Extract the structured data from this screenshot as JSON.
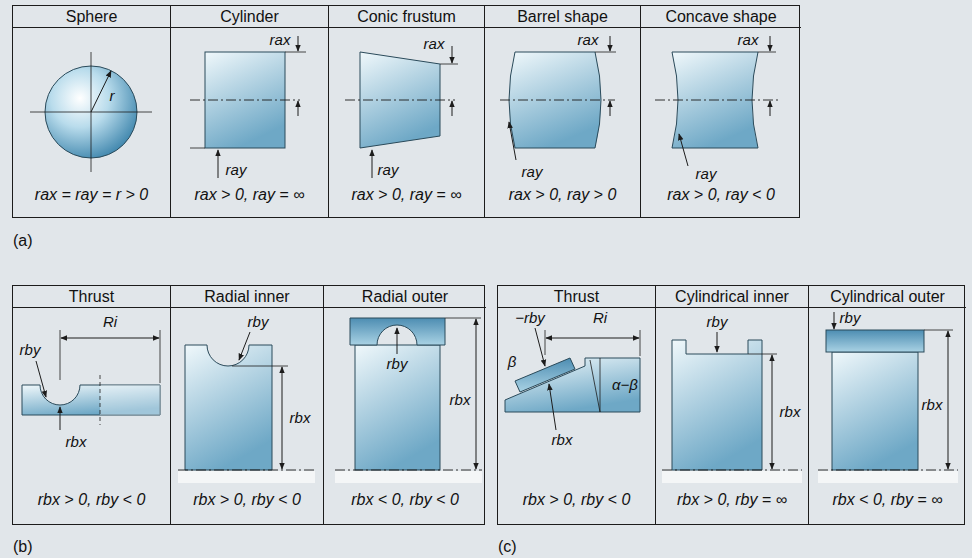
{
  "diagram": {
    "nodes": [
      {
        "text": [
          "(a)"
        ]
      },
      {
        "text": [
          "Sphere",
          "rax = ray = r > 0"
        ],
        "in": 0
      },
      {
        "text": [
          "Cylinder",
          "rax > 0, ray = ∞"
        ],
        "in": 0
      },
      {
        "text": [
          "Conic frustum",
          "rax > 0, ray = ∞"
        ],
        "in": 0
      },
      {
        "text": [
          "Barrel shape",
          "rax > 0, ray > 0"
        ],
        "in": 0
      },
      {
        "text": [
          "Concave shape",
          "rax > 0, ray < 0"
        ],
        "in": 0
      },
      {
        "text": [
          "(b)"
        ]
      },
      {
        "text": [
          "Thrust",
          "rbx > 0, rby < 0"
        ],
        "in": 6
      },
      {
        "text": [
          "Radial inner",
          "rbx > 0, rby < 0"
        ],
        "in": 6
      },
      {
        "text": [
          "Radial outer",
          "rbx < 0, rby < 0"
        ],
        "in": 6
      },
      {
        "text": [
          "(c)"
        ]
      },
      {
        "text": [
          "Thrust",
          "rbx > 0, rby < 0"
        ],
        "in": 10
      },
      {
        "text": [
          "Cylindrical inner",
          "rbx > 0, rby = ∞"
        ],
        "in": 10
      },
      {
        "text": [
          "Cylindrical outer",
          "rbx < 0, rby = ∞"
        ],
        "in": 10
      }
    ],
    "labels": [
      "r",
      "rax",
      "ray",
      "rax",
      "ray",
      "rax",
      "ray",
      "rax",
      "ray",
      "Ri",
      "rby",
      "rbx",
      "rby",
      "rbx",
      "rby",
      "rbx",
      "−rby",
      "Ri",
      "β",
      "α−β",
      "rbx",
      "rby",
      "rbx",
      "rby",
      "rbx"
    ]
  }
}
